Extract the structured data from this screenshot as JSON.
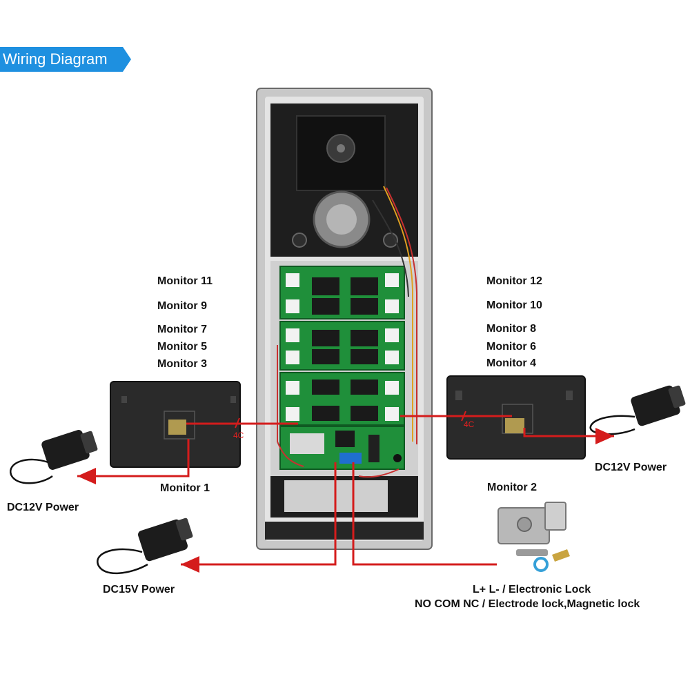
{
  "header": {
    "title": "Wiring Diagram"
  },
  "colors": {
    "banner": "#1e90e0",
    "wire": "#d41c1c",
    "board": "#1f8f3a",
    "panel": "#2a2a2a"
  },
  "monitors_left": [
    "Monitor 11",
    "Monitor 9",
    "Monitor 7",
    "Monitor 5",
    "Monitor 3"
  ],
  "monitors_right": [
    "Monitor 12",
    "Monitor 10",
    "Monitor 8",
    "Monitor 6",
    "Monitor 4"
  ],
  "monitor_1": "Monitor 1",
  "monitor_2": "Monitor 2",
  "cable_left": "4C",
  "cable_right": "4C",
  "power_left": "DC12V Power",
  "power_right": "DC12V Power",
  "power_bottom": "DC15V Power",
  "lock_line1": "L+ L- / Electronic Lock",
  "lock_line2": "NO COM NC / Electrode lock,Magnetic lock"
}
